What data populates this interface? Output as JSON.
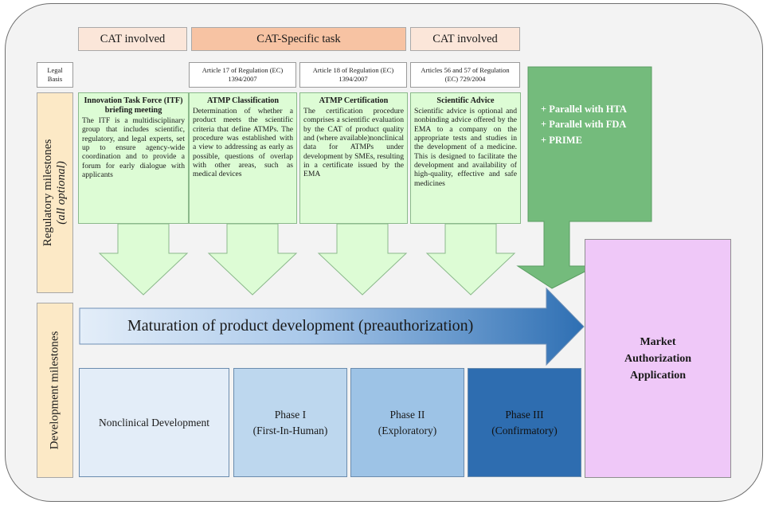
{
  "top_headers": [
    "CAT involved",
    "CAT-Specific task",
    "CAT involved"
  ],
  "legal_basis": {
    "label": "Legal Basis",
    "articles": [
      "Article 17 of Regulation (EC) 1394/2007",
      "Article 18 of Regulation (EC) 1394/2007",
      "Articles 56 and 57 of Regulation (EC) 729/2004"
    ]
  },
  "side_labels": {
    "regulatory": "Regulatory milestones",
    "regulatory_note": "(all optional)",
    "development": "Development milestones"
  },
  "milestones": [
    {
      "title": "Innovation Task Force (ITF) briefing meeting",
      "body": "The ITF is a multidisciplinary group that includes scientific, regulatory, and legal experts, set up to ensure agency-wide coordination and to provide a forum for early dialogue with applicants"
    },
    {
      "title": "ATMP Classification",
      "body": "Determination of whether a product meets the scientific criteria that define ATMPs. The procedure was established with a view to addressing as early as possible, questions of overlap with other areas, such as medical devices"
    },
    {
      "title": "ATMP Certification",
      "body": "The certification procedure comprises a scientific evaluation by the CAT of product quality and (where available)nonclinical data for ATMPs under development by SMEs, resulting in a certificate issued by the EMA"
    },
    {
      "title": "Scientific Advice",
      "body": "Scientific advice is optional and nonbinding advice offered by the EMA to a company on the appropriate tests and studies in the development of a medicine. This is designed to facilitate the development and availability of high-quality, effective and safe medicines"
    }
  ],
  "parallel_options": [
    "+ Parallel with HTA",
    "+ Parallel with FDA",
    "+ PRIME"
  ],
  "maturation": "Maturation of product development (preauthorization)",
  "phases": [
    {
      "line1": "Nonclinical Development",
      "line2": ""
    },
    {
      "line1": "Phase I",
      "line2": "(First-In-Human)"
    },
    {
      "line1": "Phase II",
      "line2": "(Exploratory)"
    },
    {
      "line1": "Phase III",
      "line2": "(Confirmatory)"
    }
  ],
  "maa": {
    "line1": "Market",
    "line2": "Authorization",
    "line3": "Application"
  },
  "colors": {
    "milestone_fill": "#ddfcd5",
    "green_arrow": "#74bb7c",
    "maturation_arrow_start": "#e4eef9",
    "maturation_arrow_end": "#2e6fb3",
    "maa_fill": "#efc8f8"
  }
}
